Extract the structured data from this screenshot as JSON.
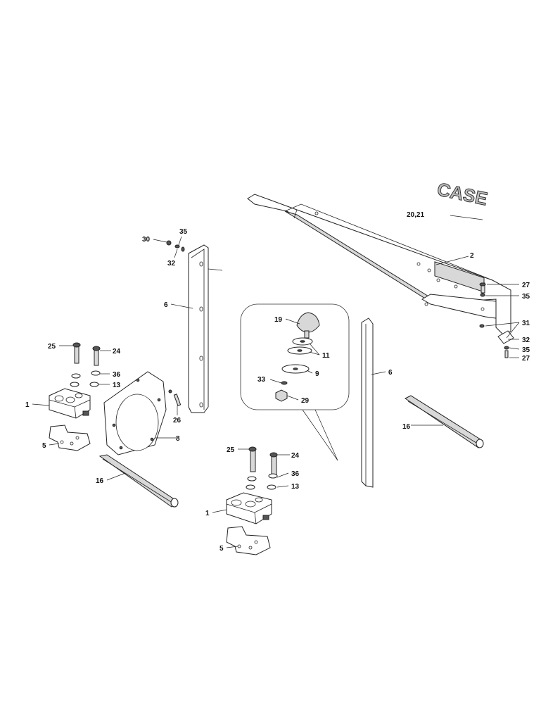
{
  "logo": {
    "text": "CASE"
  },
  "callouts": {
    "c_2": "2",
    "c_20_21": "20,21",
    "c_27a": "27",
    "c_35a": "35",
    "c_31": "31",
    "c_32a": "32",
    "c_35b": "35",
    "c_27b": "27",
    "c_30": "30",
    "c_35c": "35",
    "c_32b": "32",
    "c_6a": "6",
    "c_6b": "6",
    "c_19": "19",
    "c_11": "11",
    "c_9": "9",
    "c_33": "33",
    "c_29": "29",
    "c_25a": "25",
    "c_24a": "24",
    "c_36a": "36",
    "c_13a": "13",
    "c_1a": "1",
    "c_5a": "5",
    "c_26": "26",
    "c_8": "8",
    "c_16a": "16",
    "c_16b": "16",
    "c_25b": "25",
    "c_24b": "24",
    "c_36b": "36",
    "c_13b": "13",
    "c_1b": "1",
    "c_5b": "5"
  }
}
